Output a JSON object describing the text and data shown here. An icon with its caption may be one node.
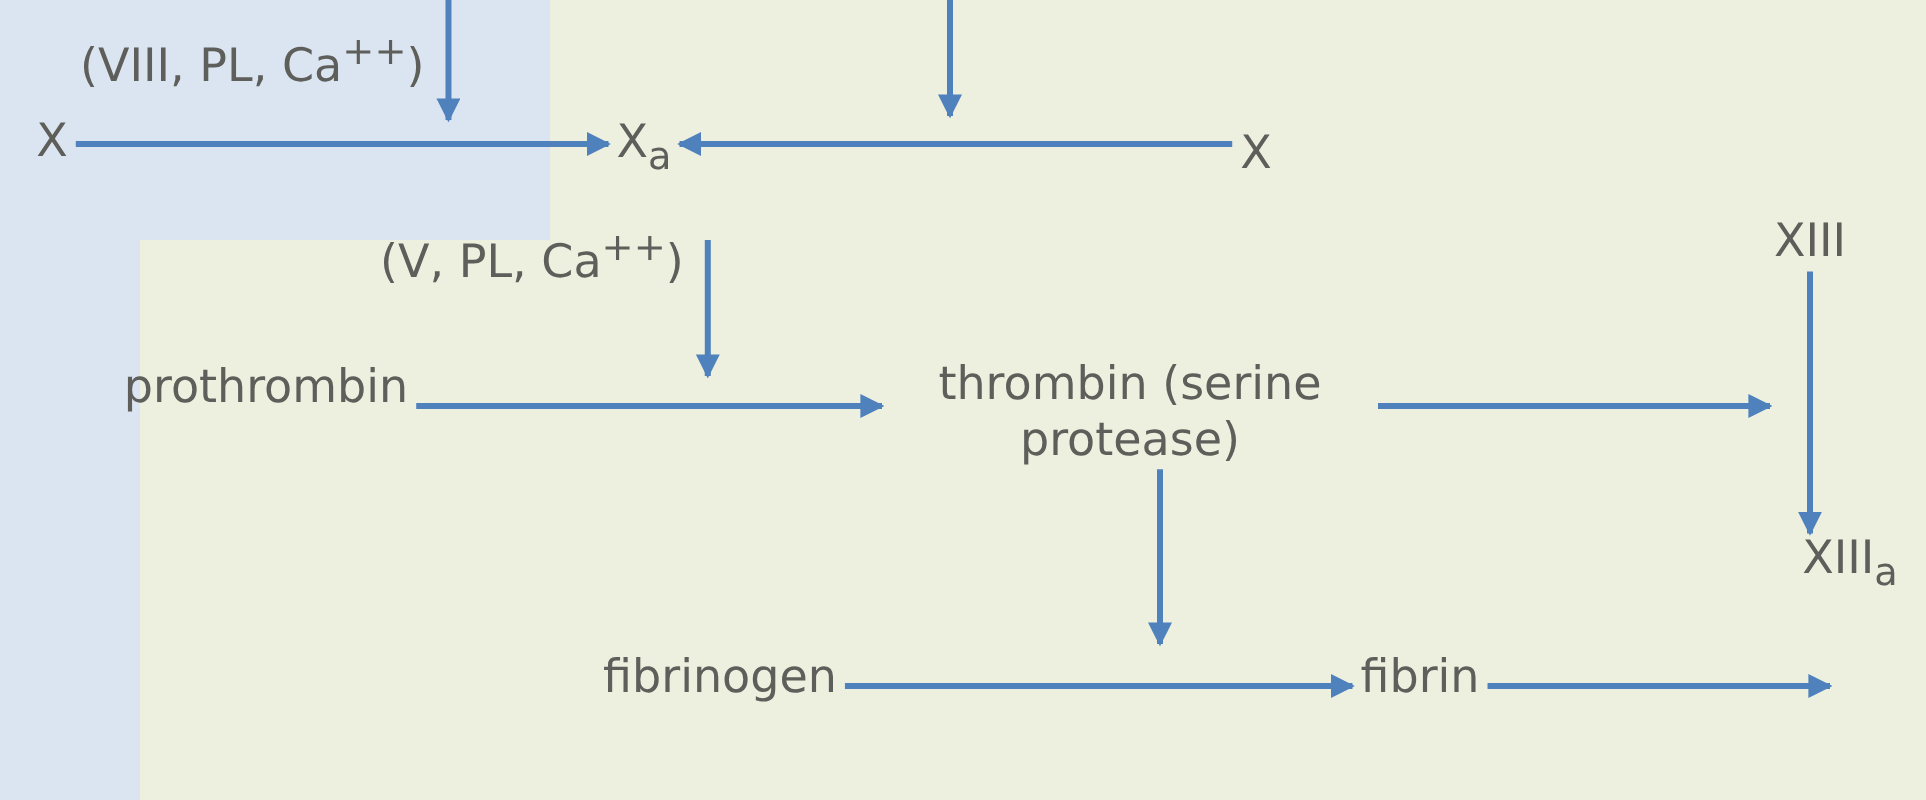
{
  "diagram": {
    "nodes": [
      {
        "text": [
          "X"
        ]
      },
      {
        "text": [
          "X$_{a}$"
        ]
      },
      {
        "text": [
          "X"
        ]
      },
      {
        "text": [
          "XIII"
        ]
      },
      {
        "text": [
          "prothrombin"
        ]
      },
      {
        "text": [
          "thrombin (serine protease)"
        ]
      },
      {
        "text": [
          "XIII$_{a}$"
        ]
      },
      {
        "text": [
          "fibrinogen"
        ]
      },
      {
        "text": [
          "fibrin"
        ]
      }
    ],
    "edges": [
      {
        "from": 0,
        "to": 1,
        "arrow": "to"
      },
      {
        "from": 2,
        "to": 1,
        "arrow": "to"
      },
      {
        "from": 4,
        "to": 5,
        "arrow": "to"
      },
      {
        "from": 5,
        "to": null,
        "arrow": "to"
      },
      {
        "from": 3,
        "to": 6,
        "arrow": "to"
      },
      {
        "from": 5,
        "to": null,
        "arrow": "to"
      },
      {
        "from": 7,
        "to": 8,
        "arrow": "to"
      },
      {
        "from": 8,
        "to": null,
        "arrow": "to"
      }
    ],
    "labels": [
      "(VIII, PL, Ca$^{++}$)",
      "(V, PL, Ca$^{++}$)"
    ]
  }
}
